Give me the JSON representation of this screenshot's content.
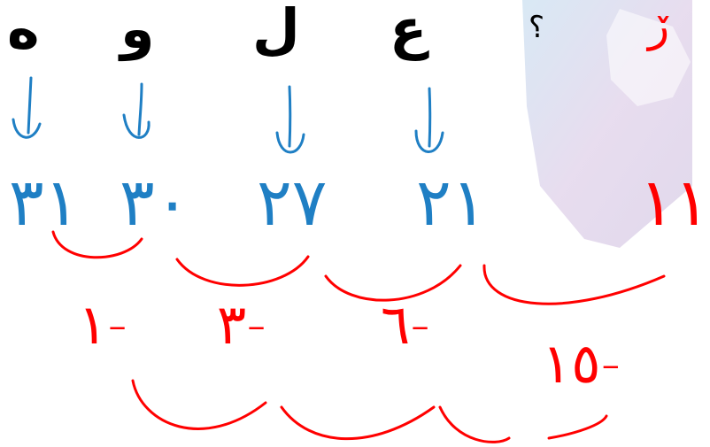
{
  "letters": [
    "ه",
    "و",
    "ل",
    "ع"
  ],
  "question_mark": "؟",
  "top_right_partial": "ڒ",
  "values": [
    "٣١",
    "٣٠",
    "٢٧",
    "٢١",
    "١١"
  ],
  "differences": [
    "-١",
    "-٣",
    "-٦",
    "-١٥"
  ],
  "colors": {
    "letters": "#000000",
    "arrows_and_values": "#1f7fc4",
    "annotations": "#ff0000",
    "background_shape": "#c9bedc"
  }
}
